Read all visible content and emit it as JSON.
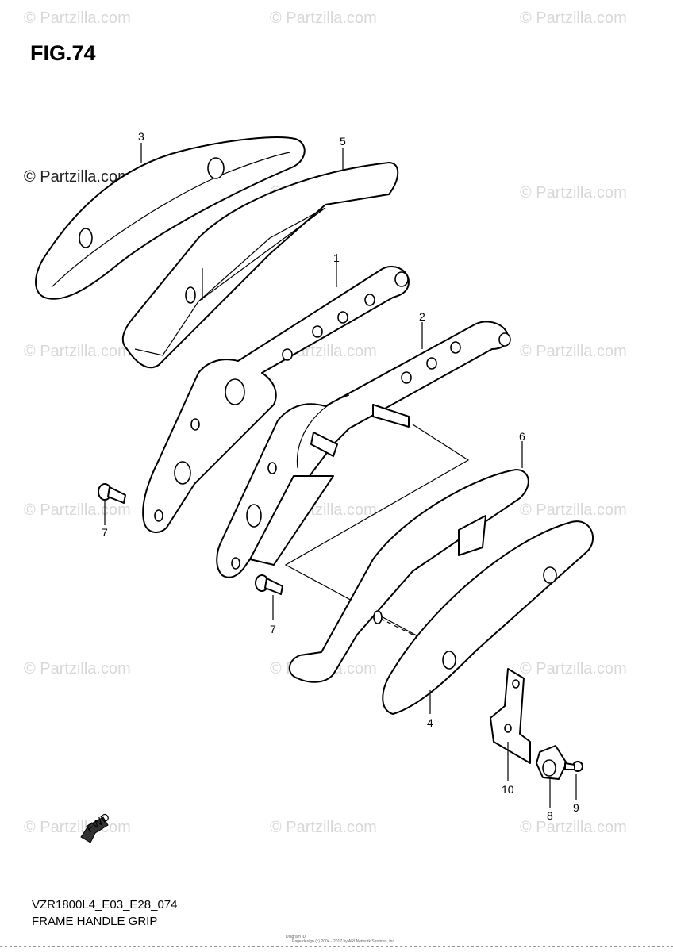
{
  "figure": {
    "title": "FIG.74",
    "code": "VZR1800L4_E03_E28_074",
    "description": "FRAME HANDLE GRIP"
  },
  "watermark": {
    "text": "© Partzilla.com"
  },
  "footer": {
    "line1": "Diagram ID",
    "line2": "Page design (c) 2004 - 2017 by ARI Network Services, Inc."
  },
  "direction_label": "FWD",
  "callouts": {
    "c1": "1",
    "c2": "2",
    "c3": "3",
    "c4": "4",
    "c5": "5",
    "c6": "6",
    "c7a": "7",
    "c7b": "7",
    "c8": "8",
    "c9": "9",
    "c10": "10"
  }
}
